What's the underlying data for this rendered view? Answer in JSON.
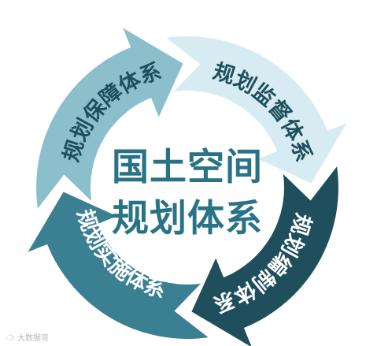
{
  "center": {
    "line1": "国土空间",
    "line2": "规划体系"
  },
  "segments": [
    {
      "id": "guarantee",
      "label": "规划保障体系",
      "color": "#8bbfcc"
    },
    {
      "id": "supervision",
      "label": "规划监督体系",
      "color": "#d6ecf2"
    },
    {
      "id": "compilation",
      "label": "规划编制体系",
      "color": "#1f4f5c"
    },
    {
      "id": "implementation",
      "label": "规划实施体系",
      "color": "#3a7f92"
    }
  ],
  "colors": {
    "center_text": "#2a7286",
    "light_text": "#1f4f5c",
    "dark_text": "#ffffff"
  },
  "watermark": {
    "text": "大数据哥"
  }
}
